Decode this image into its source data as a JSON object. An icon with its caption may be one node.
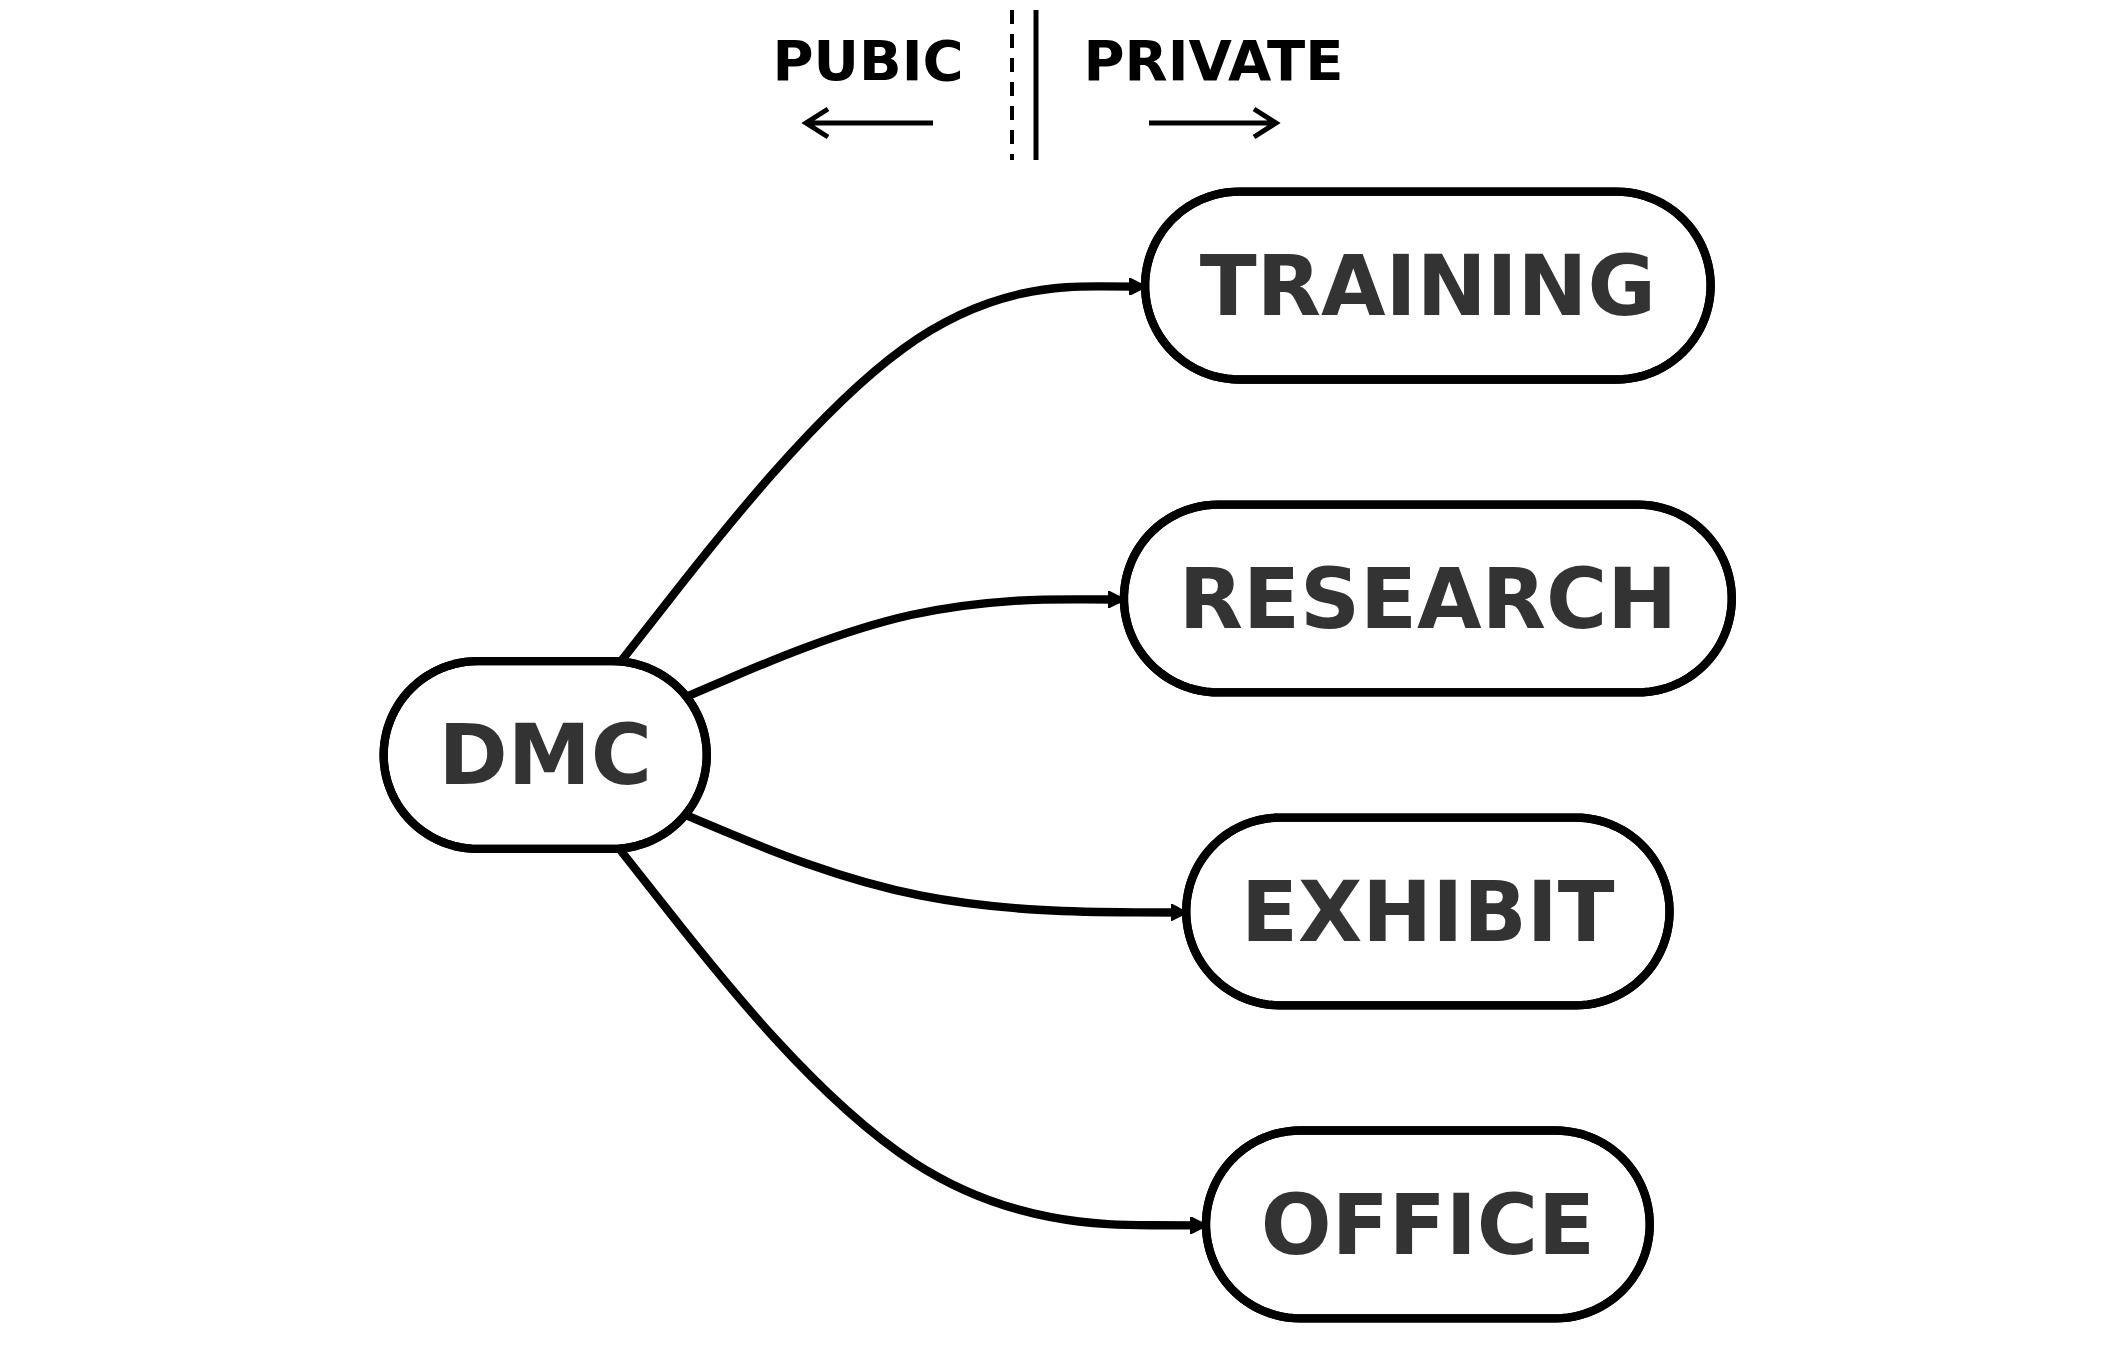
{
  "diagram": {
    "nodes": [
      {
        "text": [
          "TRAINING"
        ]
      },
      {
        "text": [
          "RESEARCH"
        ]
      },
      {
        "text": [
          "DMC"
        ]
      },
      {
        "text": [
          "EXHIBIT"
        ]
      },
      {
        "text": [
          "OFFICE"
        ]
      }
    ],
    "edges": [
      {
        "from": 2,
        "to": 0,
        "arrow": "to"
      },
      {
        "from": 2,
        "to": 1,
        "arrow": "to"
      },
      {
        "from": 2,
        "to": 3,
        "arrow": "to"
      },
      {
        "from": 2,
        "to": 4,
        "arrow": "to"
      }
    ],
    "labels": [
      "PUBIC",
      "PRIVATE"
    ]
  }
}
